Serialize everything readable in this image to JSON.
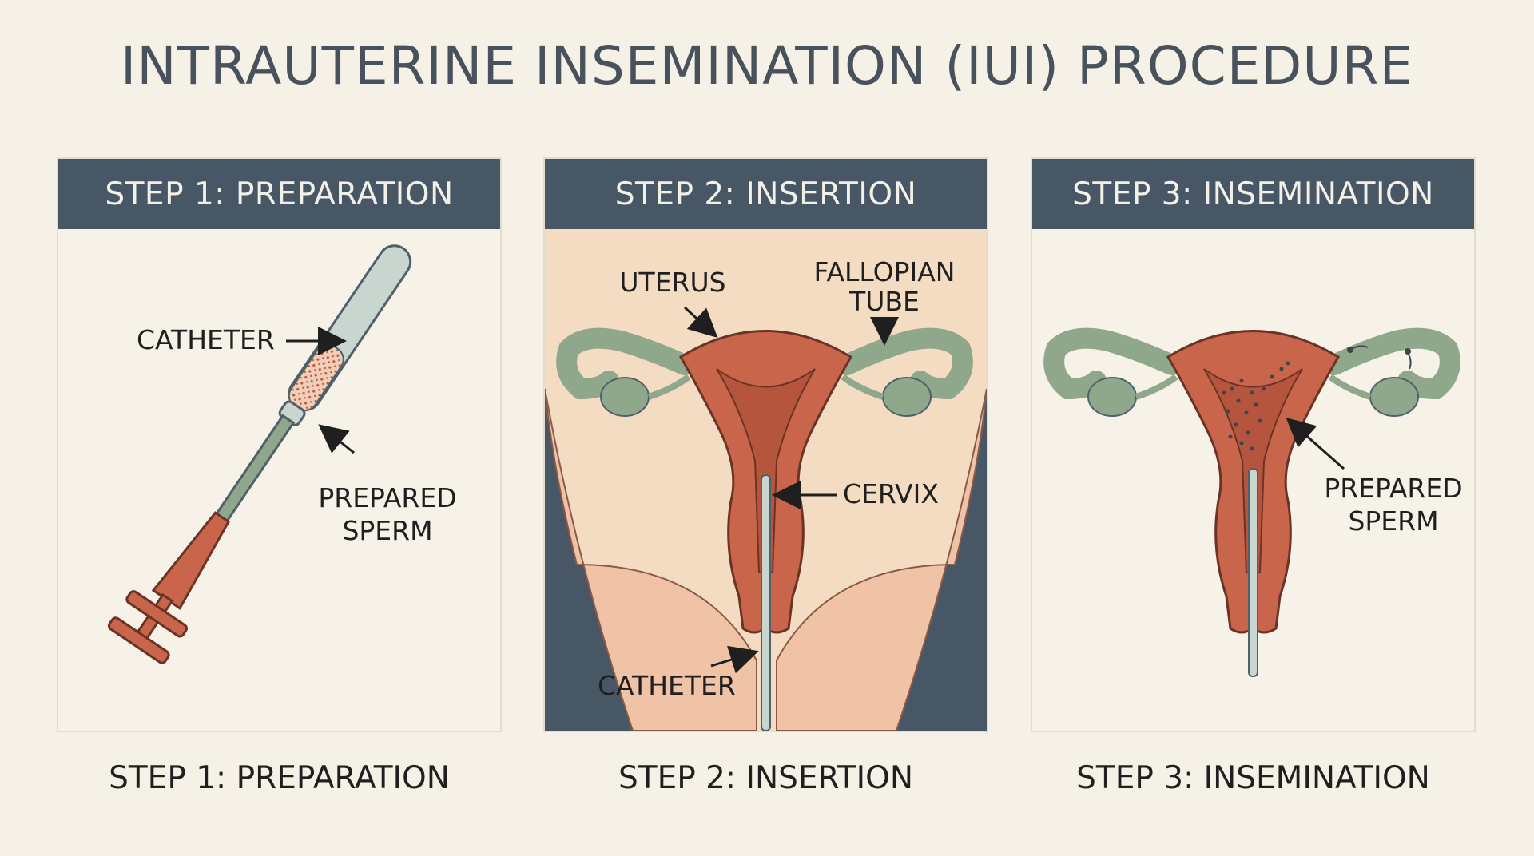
{
  "title": "INTRAUTERINE INSEMINATION (IUI) PROCEDURE",
  "colors": {
    "background": "#f5f1e6",
    "header": "#485766",
    "uterus": "#c9654b",
    "tube": "#8fa78a",
    "skin": "#f0c3a6",
    "catheter": "#c9d6d0"
  },
  "steps": [
    {
      "header": "STEP 1: PREPARATION",
      "caption": "STEP 1: PREPARATION",
      "labels": {
        "catheter": "CATHETER",
        "sperm_line1": "PREPARED",
        "sperm_line2": "SPERM"
      }
    },
    {
      "header": "STEP 2: INSERTION",
      "caption": "STEP 2: INSERTION",
      "labels": {
        "uterus": "UTERUS",
        "tube_line1": "FALLOPIAN",
        "tube_line2": "TUBE",
        "cervix": "CERVIX",
        "catheter": "CATHETER"
      }
    },
    {
      "header": "STEP 3: INSEMINATION",
      "caption": "STEP 3: INSEMINATION",
      "labels": {
        "sperm_line1": "PREPARED",
        "sperm_line2": "SPERM"
      }
    }
  ]
}
